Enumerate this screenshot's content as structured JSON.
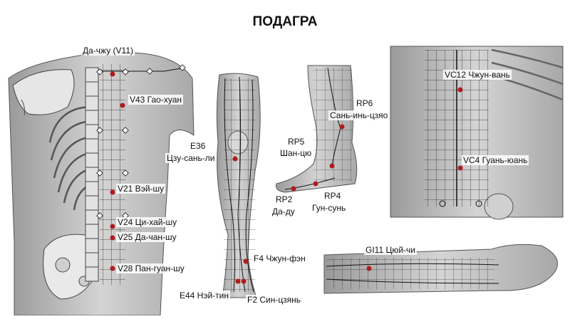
{
  "title": "ПОДАГРА",
  "colors": {
    "point": "#b01c1c",
    "body": "#b9b9b9",
    "line": "#111111"
  },
  "points": {
    "v11": "Да-чжу (V11)",
    "v43": "V43 Гао-хуан",
    "v21": "V21 Вэй-шу",
    "v24": "V24 Ци-хай-шу",
    "v25": "V25 Да-чан-шу",
    "v28": "V28 Пан-гуан-шу",
    "e36_code": "E36",
    "e36_name": "Цзу-сань-ли",
    "f4": "F4 Чжун-фэн",
    "e44": "E44 Нэй-тин",
    "f2": "F2 Син-цзянь",
    "rp6_code": "RP6",
    "rp6_name": "Сань-инь-цзяо",
    "rp5_code": "RP5",
    "rp5_name": "Шан-цю",
    "rp2_code": "RP2",
    "rp2_name": "Да-ду",
    "rp4_code": "RP4",
    "rp4_name": "Гун-сунь",
    "vc12": "VC12 Чжун-вань",
    "vc4": "VC4 Гуань-юань",
    "gi11": "GI11 Цюй-чи"
  }
}
